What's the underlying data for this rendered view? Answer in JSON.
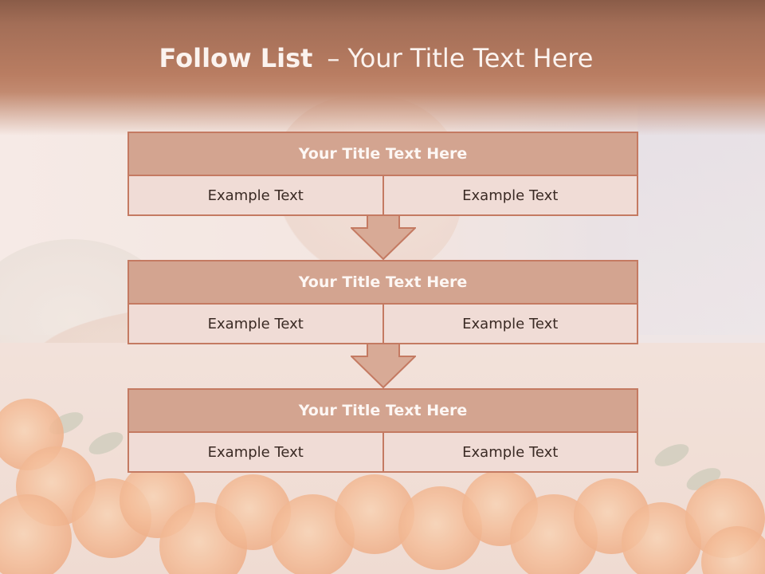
{
  "slide": {
    "title_bold": "Follow List",
    "title_dash": "–",
    "title_rest": "Your Title Text Here"
  },
  "colors": {
    "header": "#b97d62",
    "box_border": "#c47a62",
    "box_head_fill": "#d3a490",
    "box_cell_fill": "#f0dcd6",
    "arrow_fill": "#d8aa96"
  },
  "blocks": [
    {
      "title": "Your Title Text Here",
      "left": "Example Text",
      "right": "Example Text"
    },
    {
      "title": "Your Title Text Here",
      "left": "Example Text",
      "right": "Example Text"
    },
    {
      "title": "Your Title Text Here",
      "left": "Example Text",
      "right": "Example Text"
    }
  ]
}
